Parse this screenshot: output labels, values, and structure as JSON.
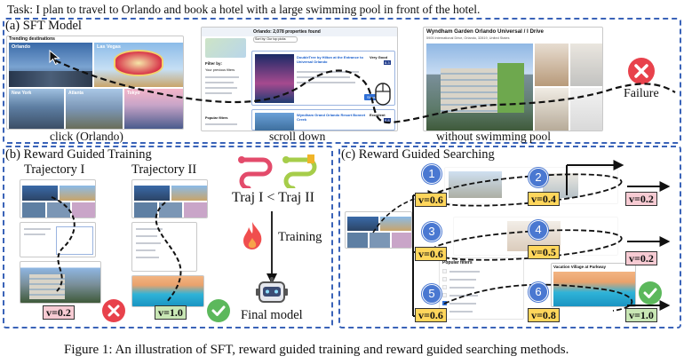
{
  "task": "Task: I plan to travel to Orlando and book a hotel with a large swimming pool in front of the hotel.",
  "panel_a": {
    "title": "(a) SFT Model",
    "destinations_heading": "Trending destinations",
    "city_orlando": "Orlando",
    "city_las_vegas": "Las Vegas",
    "city_new_york": "New York",
    "city_atlanta": "Atlanta",
    "city_tokyo": "Tokyo",
    "search_header": "Orlando: 2,078 properties found",
    "sort_label": "Sort by: Our top picks",
    "filter_label": "Filter by:",
    "prev_filters": "Your previous filters",
    "hotel1_name": "DoubleTree by Hilton at the Entrance to Universal Orlando",
    "hotel1_rating": "Very Good",
    "hotel1_score": "8.3",
    "hotel2_name": "Wyndham Grand Orlando Resort Bonnet Creek",
    "hotel2_rating": "Excellent",
    "hotel2_score": "8.8",
    "popular_filters": "Popular filters",
    "show_prices": "Show prices",
    "hotel_page_title": "Wyndham Garden Orlando Universal / I Drive",
    "hotel_page_addr": "5905 International Drive, Orlando, 32819, United States",
    "caption_click": "click (Orlando)",
    "caption_scroll": "scroll down",
    "caption_nopool": "without swimming pool",
    "failure": "Failure"
  },
  "panel_b": {
    "title": "(b) Reward Guided Training",
    "traj1": "Trajectory I",
    "traj2": "Trajectory II",
    "compare": "Traj I < Traj II",
    "training": "Training",
    "final_model": "Final model",
    "v1": "v=0.2",
    "v2": "v=1.0"
  },
  "panel_c": {
    "title": "(c) Reward Guided Searching",
    "steps": [
      "1",
      "2",
      "3",
      "4",
      "5",
      "6"
    ],
    "values_left": [
      "v=0.6",
      "v=0.6",
      "v=0.6"
    ],
    "values_mid": [
      "v=0.4",
      "v=0.5",
      "v=0.8"
    ],
    "values_right": [
      "v=0.2",
      "v=0.2",
      "v=1.0"
    ],
    "filter_title": "Popular filters",
    "vacation_title": "Vacation Village at Parkway"
  },
  "figure_caption": "Figure 1: An illustration of SFT, reward guided training and reward guided searching methods.",
  "colors": {
    "panel_border": "#3a63b8",
    "value_pink": "#f7cbd3",
    "value_green": "#c9e7b5",
    "value_yellow": "#ffd65c",
    "fail_red": "#e8424c",
    "success_green": "#5cb85c",
    "step_blue": "#4a78d1"
  }
}
